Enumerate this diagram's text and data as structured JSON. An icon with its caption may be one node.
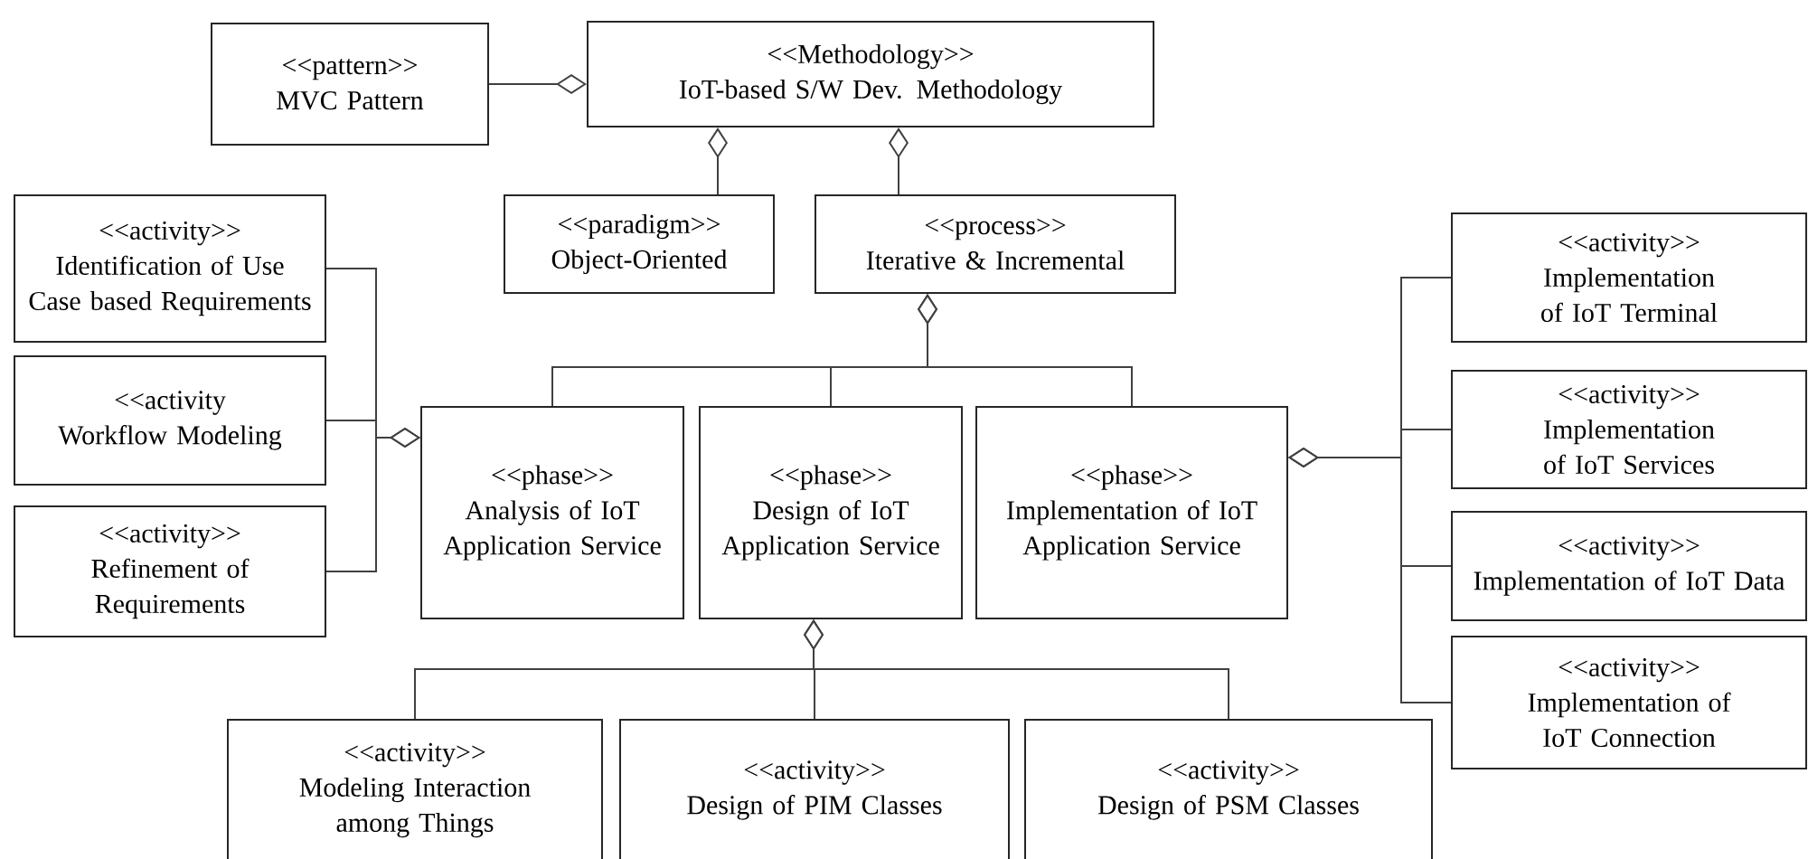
{
  "diagram": {
    "nodes": [
      {
        "text": [
          "<<pattern>>",
          "MVC Pattern"
        ]
      },
      {
        "text": [
          "<<Methodology>>",
          "IoT-based S/W Dev. Methodology"
        ]
      },
      {
        "text": [
          "<<paradigm>>",
          "Object-Oriented"
        ]
      },
      {
        "text": [
          "<<process>>",
          "Iterative & Incremental"
        ]
      },
      {
        "text": [
          "<<activity>>",
          "Identification of Use Case based Requirements"
        ]
      },
      {
        "text": [
          "<<activity",
          "Workflow Modeling"
        ]
      },
      {
        "text": [
          "<<activity>>",
          "Refinement of Requirements"
        ]
      },
      {
        "text": [
          "<<phase>>",
          "Analysis of IoT Application Service"
        ]
      },
      {
        "text": [
          "<<phase>>",
          "Design of IoT Application Service"
        ]
      },
      {
        "text": [
          "<<phase>>",
          "Implementation of IoT Application Service"
        ]
      },
      {
        "text": [
          "<<activity>>",
          "Implementation of IoT Terminal"
        ]
      },
      {
        "text": [
          "<<activity>>",
          "Implementation of IoT Services"
        ]
      },
      {
        "text": [
          "<<activity>>",
          "Implementation of IoT Data"
        ]
      },
      {
        "text": [
          "<<activity>>",
          "Implementation of IoT Connection"
        ]
      },
      {
        "text": [
          "<<activity>>",
          "Modeling Interaction among Things"
        ]
      },
      {
        "text": [
          "<<activity>>",
          "Design of PIM Classes"
        ]
      },
      {
        "text": [
          "<<activity>>",
          "Design of PSM Classes"
        ]
      }
    ],
    "edges": [
      {
        "from": 0,
        "to": 1,
        "arrow": "other"
      },
      {
        "from": 2,
        "to": 1,
        "arrow": "other"
      },
      {
        "from": 3,
        "to": 1,
        "arrow": "other"
      },
      {
        "from": 7,
        "to": 3,
        "arrow": "other"
      },
      {
        "from": 8,
        "to": 3,
        "arrow": "other"
      },
      {
        "from": 9,
        "to": 3,
        "arrow": "other"
      },
      {
        "from": 4,
        "to": 7,
        "arrow": "other"
      },
      {
        "from": 5,
        "to": 7,
        "arrow": "other"
      },
      {
        "from": 6,
        "to": 7,
        "arrow": "other"
      },
      {
        "from": 10,
        "to": 9,
        "arrow": "other"
      },
      {
        "from": 11,
        "to": 9,
        "arrow": "other"
      },
      {
        "from": 12,
        "to": 9,
        "arrow": "other"
      },
      {
        "from": 13,
        "to": 9,
        "arrow": "other"
      },
      {
        "from": 14,
        "to": 8,
        "arrow": "other"
      },
      {
        "from": 15,
        "to": 8,
        "arrow": "other"
      },
      {
        "from": 16,
        "to": 8,
        "arrow": "other"
      }
    ]
  }
}
